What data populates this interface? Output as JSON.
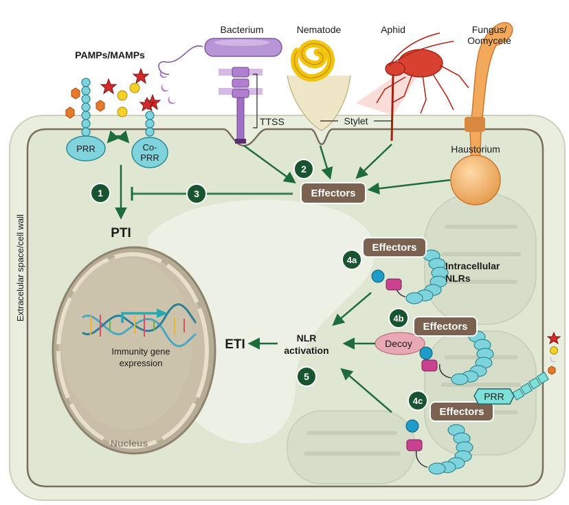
{
  "organisms": {
    "bacterium": "Bacterium",
    "nematode": "Nematode",
    "aphid": "Aphid",
    "fungus_line1": "Fungus/",
    "fungus_line2": "Oomycete"
  },
  "labels": {
    "pamps": "PAMPs/MAMPs",
    "prr": "PRR",
    "coprr_line1": "Co-",
    "coprr_line2": "PRR",
    "ttss": "TTSS",
    "stylet": "Stylet",
    "haustorium": "Haustorium",
    "cell_wall": "Extracelular space/cell wall",
    "pti": "PTI",
    "eti": "ETI",
    "nlr_activation_line1": "NLR",
    "nlr_activation_line2": "activation",
    "intracellular_line1": "Intracellular",
    "intracellular_line2": "NLRs",
    "decoy": "Decoy",
    "immunity_line1": "Immunity gene",
    "immunity_line2": "expression",
    "nucleus": "Nucleus",
    "prr_right": "PRR"
  },
  "effectors": {
    "main": "Effectors",
    "e4a": "Effectors",
    "e4b": "Effectors",
    "e4c": "Effectors"
  },
  "steps": {
    "s1": "1",
    "s2": "2",
    "s3": "3",
    "s4a": "4a",
    "s4b": "4b",
    "s4c": "4c",
    "s5": "5"
  },
  "colors": {
    "arrow_green": "#1e6b3c",
    "step_badge": "#17542f",
    "effector_box": "#7a6150",
    "cell_fill": "#dfe6d2",
    "receptor_teal": "#7fd3dc",
    "decoy_pink": "#e8a9b4"
  }
}
